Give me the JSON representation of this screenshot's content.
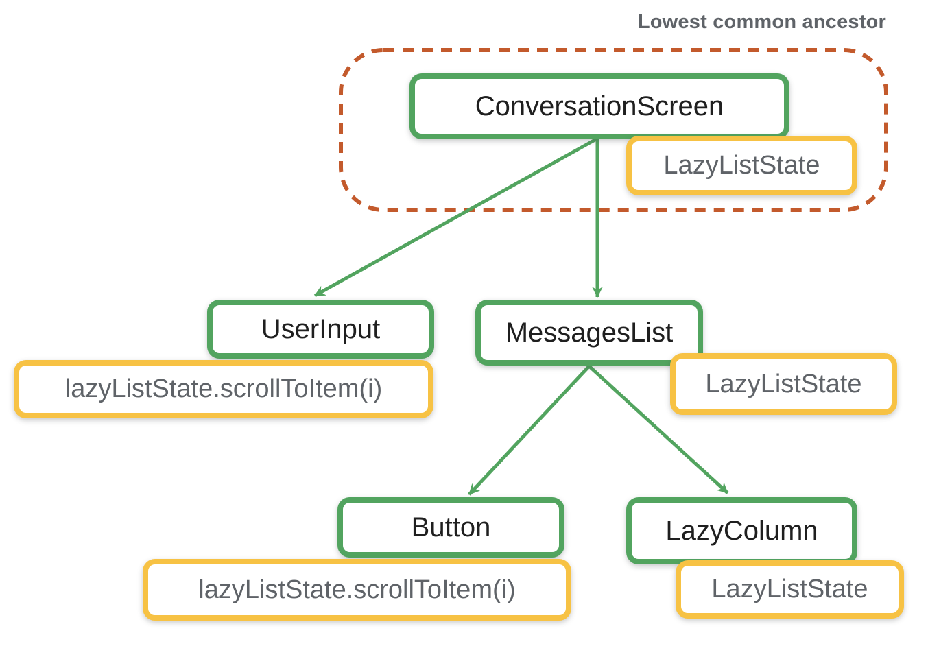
{
  "title": "Lowest common ancestor",
  "colors": {
    "node_border_green": "#52a45f",
    "state_border_yellow": "#f7c244",
    "ancestor_outline_orange": "#c35a2c",
    "state_text_gray": "#5f6368",
    "node_text_black": "#1f1f1f"
  },
  "nodes": {
    "conversation_screen": {
      "label": "ConversationScreen"
    },
    "user_input": {
      "label": "UserInput"
    },
    "messages_list": {
      "label": "MessagesList"
    },
    "button": {
      "label": "Button"
    },
    "lazy_column": {
      "label": "LazyColumn"
    }
  },
  "states": {
    "ancestor_state": {
      "label": "LazyListState"
    },
    "user_input_call": {
      "label": "lazyListState.scrollToItem(i)"
    },
    "messages_list_state": {
      "label": "LazyListState"
    },
    "button_call": {
      "label": "lazyListState.scrollToItem(i)"
    },
    "lazy_column_state": {
      "label": "LazyListState"
    }
  },
  "edges": [
    {
      "from": "ConversationScreen",
      "to": "UserInput"
    },
    {
      "from": "ConversationScreen",
      "to": "MessagesList"
    },
    {
      "from": "MessagesList",
      "to": "Button"
    },
    {
      "from": "MessagesList",
      "to": "LazyColumn"
    }
  ]
}
